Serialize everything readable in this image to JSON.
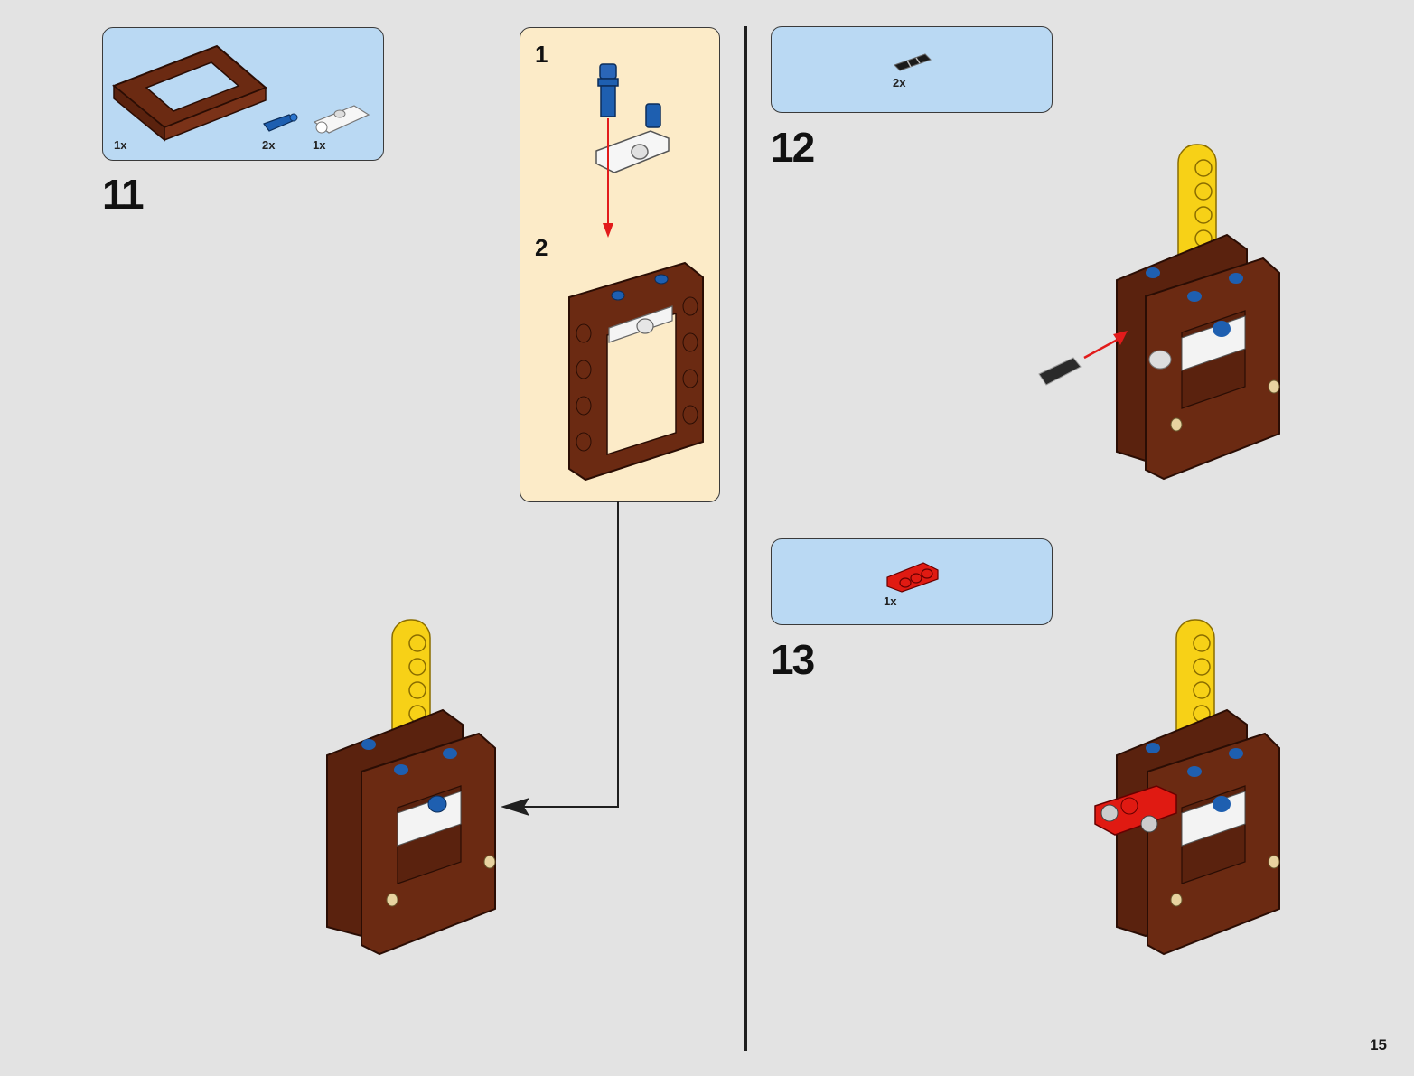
{
  "page": {
    "page_number": "15"
  },
  "colors": {
    "background": "#e3e3e3",
    "parts_box": "#bad9f3",
    "sub_assembly_box": "#fcebc8",
    "frame_brown": "#6b2a12",
    "beam_yellow": "#f7d117",
    "pin_blue": "#1e5fb0",
    "beam_red": "#e01a12",
    "arrow_red": "#e21b1b"
  },
  "steps": [
    {
      "number": "11",
      "parts": [
        {
          "name": "brown-open-frame",
          "qty": "1x"
        },
        {
          "name": "blue-pin",
          "qty": "2x"
        },
        {
          "name": "white-connector",
          "qty": "1x"
        }
      ],
      "sub_assembly": {
        "substeps": [
          {
            "number": "1"
          },
          {
            "number": "2"
          }
        ]
      }
    },
    {
      "number": "12",
      "parts": [
        {
          "name": "black-pin-connector",
          "qty": "2x"
        }
      ]
    },
    {
      "number": "13",
      "parts": [
        {
          "name": "red-3-beam",
          "qty": "1x"
        }
      ]
    }
  ]
}
